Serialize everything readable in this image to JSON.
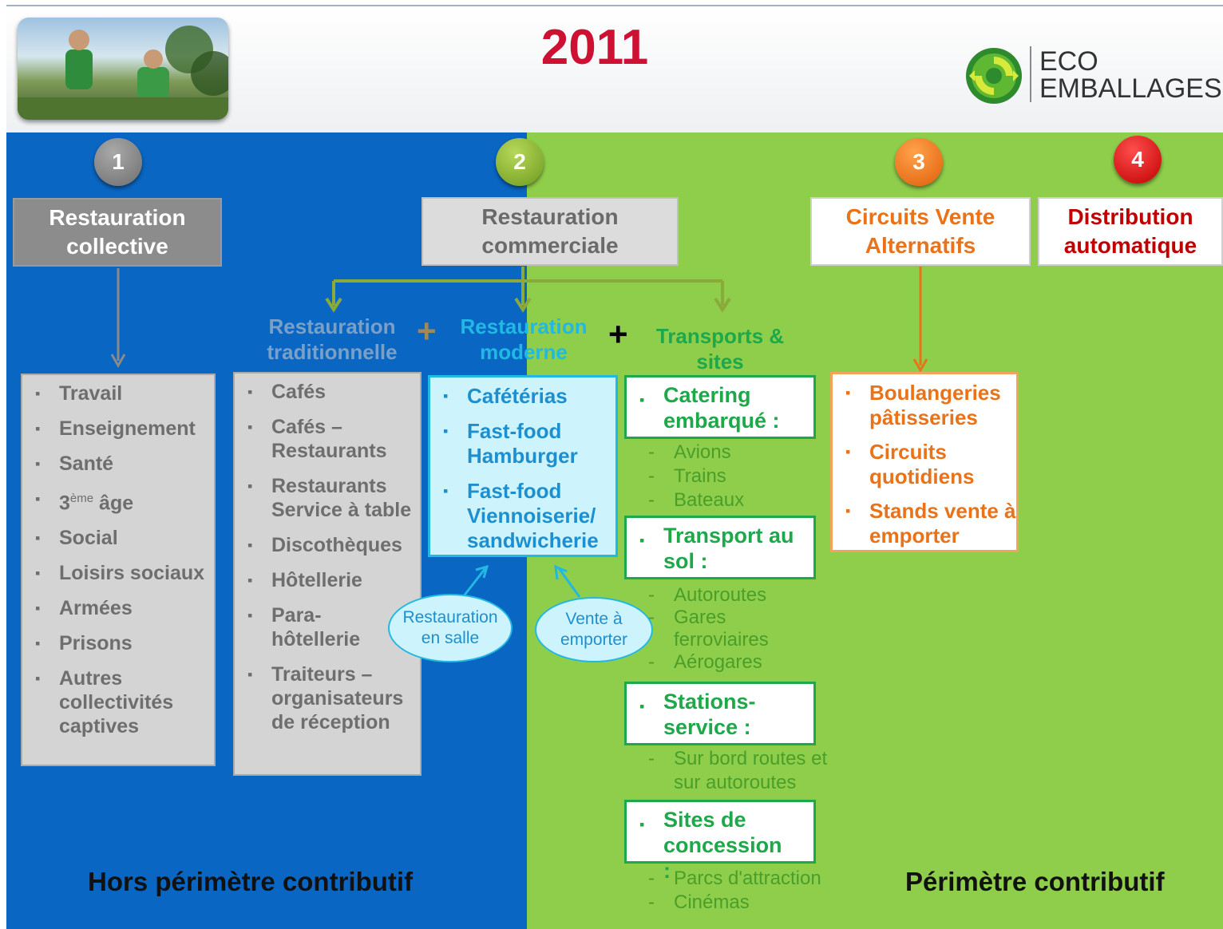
{
  "year": "2011",
  "logo": {
    "line1": "ECO",
    "line2": "EMBALLAGES"
  },
  "numbers": [
    "1",
    "2",
    "3",
    "4"
  ],
  "headers": {
    "collective": [
      "Restauration",
      "collective"
    ],
    "commerciale": [
      "Restauration",
      "commerciale"
    ],
    "circuits": [
      "Circuits Vente",
      "Alternatifs"
    ],
    "distribution": [
      "Distribution",
      "automatique"
    ]
  },
  "subheaders": {
    "traditionnelle": [
      "Restauration",
      "traditionnelle"
    ],
    "moderne": [
      "Restauration",
      "moderne"
    ],
    "transports": [
      "Transports &",
      "sites"
    ],
    "plus": "+"
  },
  "collective_items": [
    "Travail",
    "Enseignement",
    "Santé",
    "3",
    "ème",
    " âge",
    "Social",
    "Loisirs sociaux",
    "Armées",
    "Prisons",
    "Autres collectivités captives"
  ],
  "traditionnelle_items": [
    "Cafés",
    "Cafés – Restaurants",
    "Restaurants Service à table",
    "Discothèques",
    "Hôtellerie",
    "Para-hôtellerie",
    "Traiteurs – organisateurs de réception"
  ],
  "moderne_items": [
    "Cafétérias",
    "Fast-food Hamburger",
    "Fast-food Viennoiserie/ sandwicherie"
  ],
  "transports_groups": [
    {
      "title": "Catering embarqué :",
      "subs": [
        "Avions",
        "Trains",
        "Bateaux"
      ]
    },
    {
      "title": "Transport au sol :",
      "subs": [
        "Autoroutes",
        "Gares ferroviaires",
        "Aérogares"
      ]
    },
    {
      "title": "Stations-service :",
      "subs": [
        "Sur bord routes et sur autoroutes"
      ]
    },
    {
      "title": "Sites de concession :",
      "subs": [
        "Parcs d'attraction",
        "Cinémas"
      ]
    }
  ],
  "circuits_items": [
    "Boulangeries pâtisseries",
    "Circuits quotidiens",
    "Stands vente à emporter"
  ],
  "bubbles": {
    "salle": "Restauration en salle",
    "emporter": "Vente à emporter"
  },
  "footer": {
    "left": "Hors périmètre contributif",
    "right": "Périmètre contributif"
  },
  "colors": {
    "blue": "#0a66c3",
    "green": "#8fce4b",
    "red_title": "#cc1133",
    "orange": "#e8731a",
    "dark_red": "#c00000",
    "dark_green": "#1ea84a",
    "cyan": "#22b8e4"
  }
}
